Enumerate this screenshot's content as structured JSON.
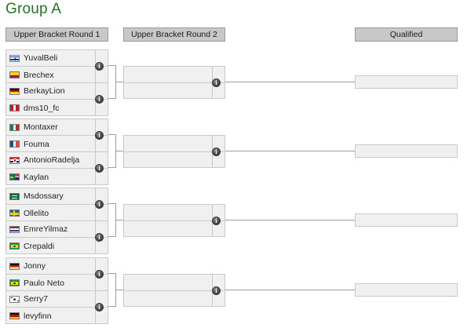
{
  "page": {
    "title": "Group A",
    "title_color": "#1f7a1f",
    "background": "#ffffff"
  },
  "rounds": [
    {
      "id": "ub-r1",
      "label": "Upper Bracket Round 1"
    },
    {
      "id": "ub-r2",
      "label": "Upper Bracket Round 2"
    },
    {
      "id": "qualified",
      "label": "Qualified"
    }
  ],
  "round1": {
    "matches": [
      {
        "id": "m1",
        "info_icon": "info-icon",
        "players": [
          {
            "name": "YuvalBeli",
            "flag": "israel",
            "score": ""
          },
          {
            "name": "Brechex",
            "flag": "colombia",
            "score": ""
          }
        ]
      },
      {
        "id": "m2",
        "info_icon": "info-icon",
        "players": [
          {
            "name": "BerkayLion",
            "flag": "germany",
            "score": ""
          },
          {
            "name": "dms10_fc",
            "flag": "peru",
            "score": ""
          }
        ]
      },
      {
        "id": "m3",
        "info_icon": "info-icon",
        "players": [
          {
            "name": "Montaxer",
            "flag": "italy",
            "score": ""
          },
          {
            "name": "Fouma",
            "flag": "france",
            "score": ""
          }
        ]
      },
      {
        "id": "m4",
        "info_icon": "info-icon",
        "players": [
          {
            "name": "AntonioRadelja",
            "flag": "croatia",
            "score": ""
          },
          {
            "name": "Kaylan",
            "flag": "southafrica",
            "score": ""
          }
        ]
      },
      {
        "id": "m5",
        "info_icon": "info-icon",
        "players": [
          {
            "name": "Msdossary",
            "flag": "saudiarabia",
            "score": ""
          },
          {
            "name": "Ollelito",
            "flag": "sweden",
            "score": ""
          }
        ]
      },
      {
        "id": "m6",
        "info_icon": "info-icon",
        "players": [
          {
            "name": "EmreYilmaz",
            "flag": "netherlands",
            "score": ""
          },
          {
            "name": "Crepaldi",
            "flag": "brazil",
            "score": ""
          }
        ]
      },
      {
        "id": "m7",
        "info_icon": "info-icon",
        "players": [
          {
            "name": "Jonny",
            "flag": "germany",
            "score": ""
          },
          {
            "name": "Paulo Neto",
            "flag": "brazil",
            "score": ""
          }
        ]
      },
      {
        "id": "m8",
        "info_icon": "info-icon",
        "players": [
          {
            "name": "Serry7",
            "flag": "southkorea",
            "score": ""
          },
          {
            "name": "levyfinn",
            "flag": "germany",
            "score": ""
          }
        ]
      }
    ]
  },
  "round2": {
    "matches": [
      {
        "id": "r2m1",
        "info_icon": "info-icon",
        "players": [
          {
            "name": "",
            "flag": "",
            "score": ""
          },
          {
            "name": "",
            "flag": "",
            "score": ""
          }
        ]
      },
      {
        "id": "r2m2",
        "info_icon": "info-icon",
        "players": [
          {
            "name": "",
            "flag": "",
            "score": ""
          },
          {
            "name": "",
            "flag": "",
            "score": ""
          }
        ]
      },
      {
        "id": "r2m3",
        "info_icon": "info-icon",
        "players": [
          {
            "name": "",
            "flag": "",
            "score": ""
          },
          {
            "name": "",
            "flag": "",
            "score": ""
          }
        ]
      },
      {
        "id": "r2m4",
        "info_icon": "info-icon",
        "players": [
          {
            "name": "",
            "flag": "",
            "score": ""
          },
          {
            "name": "",
            "flag": "",
            "score": ""
          }
        ]
      }
    ]
  },
  "qualified": {
    "slots": [
      {
        "id": "q1",
        "name": ""
      },
      {
        "id": "q2",
        "name": ""
      },
      {
        "id": "q3",
        "name": ""
      },
      {
        "id": "q4",
        "name": ""
      }
    ]
  },
  "colors": {
    "header_fill": "#c8c8c8",
    "header_border": "#9a9a9a",
    "match_fill": "#f0f0f0",
    "match_border": "#c9c9c9",
    "wire": "#9e9e9e",
    "text": "#232323"
  }
}
